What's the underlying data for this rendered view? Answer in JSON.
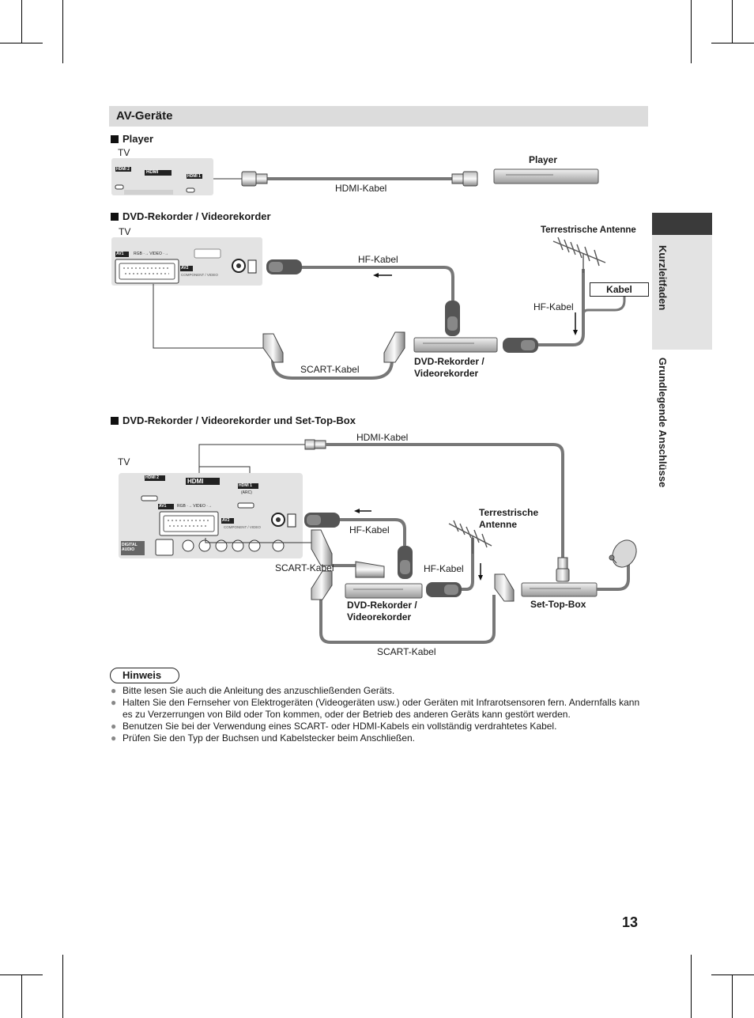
{
  "section": {
    "title": "AV-Geräte"
  },
  "sidebar": {
    "tab1": "Kurzleitfaden",
    "tab2": "Grundlegende Anschlüsse"
  },
  "player": {
    "title": "Player",
    "tv_label": "TV",
    "device_label": "Player",
    "cable_label": "HDMI-Kabel"
  },
  "dvd": {
    "title": "DVD-Rekorder / Videorekorder",
    "tv_label": "TV",
    "antenna_label": "Terrestrische Antenne",
    "kabel_box": "Kabel",
    "hf_cable_1": "HF-Kabel",
    "hf_cable_2": "HF-Kabel",
    "scart_cable": "SCART-Kabel",
    "recorder_line1": "DVD-Rekorder /",
    "recorder_line2": "Videorekorder"
  },
  "stb": {
    "title": "DVD-Rekorder / Videorekorder und Set-Top-Box",
    "tv_label": "TV",
    "hdmi_cable": "HDMI-Kabel",
    "hf_cable_1": "HF-Kabel",
    "hf_cable_2": "HF-Kabel",
    "scart_cable_1": "SCART-Kabel",
    "scart_cable_2": "SCART-Kabel",
    "antenna_line1": "Terrestrische",
    "antenna_line2": "Antenne",
    "recorder_line1": "DVD-Rekorder /",
    "recorder_line2": "Videorekorder",
    "settop": "Set-Top-Box"
  },
  "panel_text": {
    "hdmi_logo": "HDMI",
    "hdmi1": "HDMI 1",
    "hdmi2": "HDMI 2",
    "arc": "(ARC)",
    "av1": "AV1",
    "av2": "AV2",
    "rgb_video": "RGB ·→  VIDEO ·→",
    "component": "COMPONENT / VIDEO",
    "digital_audio": "DIGITAL AUDIO"
  },
  "hinweis": {
    "title": "Hinweis",
    "items": [
      "Bitte lesen Sie auch die Anleitung des anzuschließenden Geräts.",
      "Halten Sie den Fernseher von Elektrogeräten (Videogeräten usw.) oder Geräten mit Infrarotsensoren fern. Andernfalls kann es zu Verzerrungen von Bild oder Ton kommen, oder der Betrieb des anderen Geräts kann gestört werden.",
      "Benutzen Sie bei der Verwendung eines SCART- oder HDMI-Kabels ein vollständig verdrahtetes Kabel.",
      "Prüfen Sie den Typ der Buchsen und Kabelstecker beim Anschließen."
    ]
  },
  "page": {
    "number": "13"
  },
  "icons": [
    "crop-mark-icon",
    "hdmi-plug-icon",
    "rf-plug-icon",
    "scart-plug-icon",
    "antenna-icon",
    "satellite-dish-icon",
    "arrow-left-icon",
    "arrow-down-icon"
  ]
}
